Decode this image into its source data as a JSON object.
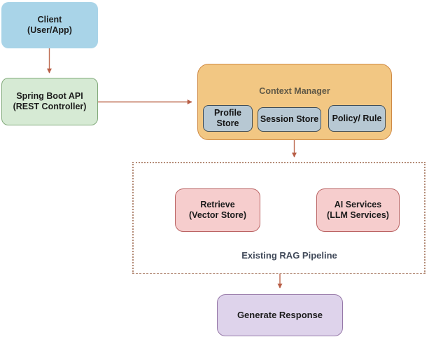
{
  "diagram": {
    "client": {
      "lines": [
        "Client",
        "(User/App)"
      ]
    },
    "spring_boot_api": {
      "lines": [
        "Spring Boot API",
        "(REST Controller)"
      ]
    },
    "context_manager": {
      "title": "Context Manager",
      "stores": [
        {
          "label": "Profile Store"
        },
        {
          "label": "Session Store"
        },
        {
          "label": "Policy/ Rule"
        }
      ]
    },
    "rag_pipeline": {
      "label": "Existing RAG Pipeline",
      "retrieve": {
        "lines": [
          "Retrieve",
          "(Vector Store)"
        ]
      },
      "ai_services": {
        "lines": [
          "AI Services",
          "(LLM Services)"
        ]
      }
    },
    "generate_response": {
      "label": "Generate Response"
    }
  },
  "colors": {
    "client_fill": "#a9d4e8",
    "spring_fill": "#d6ead4",
    "spring_border": "#82aa7b",
    "context_fill": "#f2c783",
    "context_border": "#cf8a45",
    "context_title_text": "#5f5846",
    "store_fill": "#b7c8d3",
    "store_border": "#3f4d57",
    "pipeline_fill": "#f6cdcd",
    "pipeline_border": "#ba6363",
    "generate_fill": "#ded3eb",
    "generate_border": "#9678a8",
    "arrow": "#b96049",
    "dashed_boundary": "#b48c78",
    "rag_label_text": "#414a5a",
    "label_text": "#1c1c1c"
  }
}
